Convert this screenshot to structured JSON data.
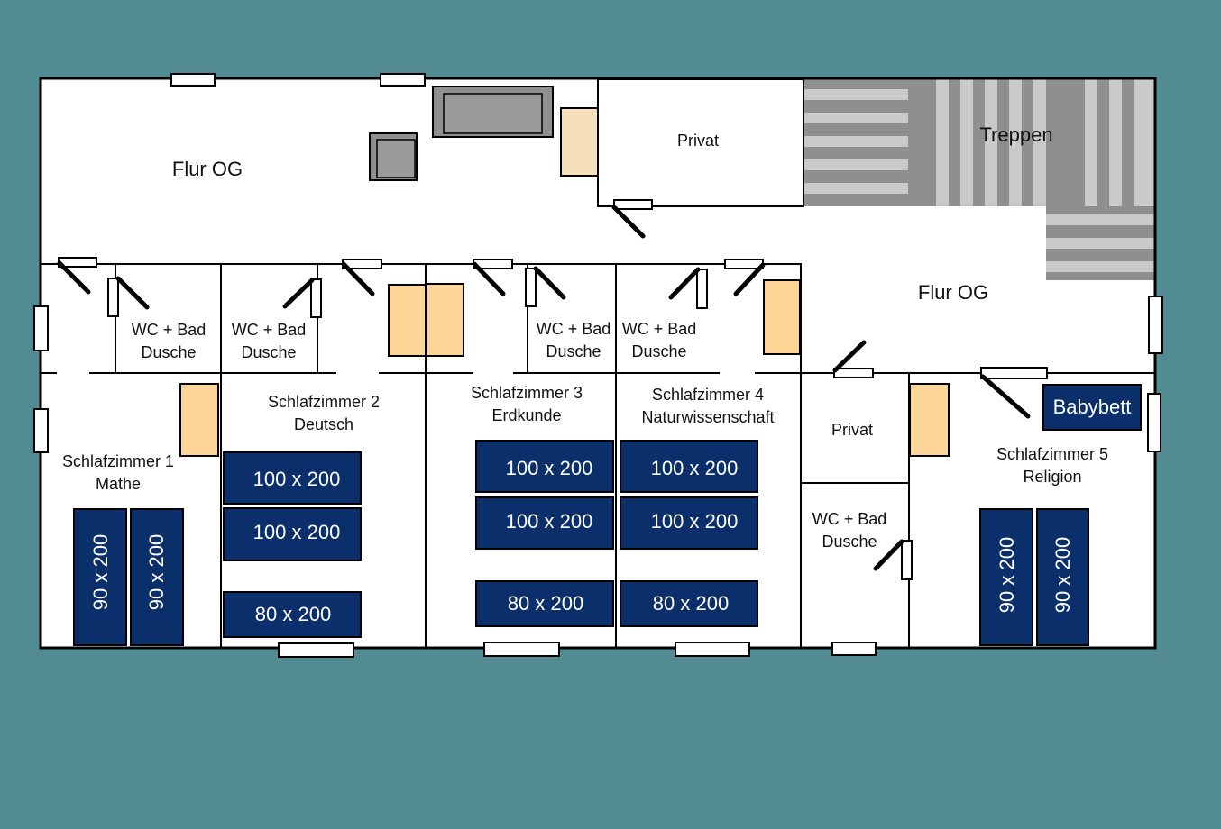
{
  "colors": {
    "background": "#538b93",
    "floor": "#ffffff",
    "wall": "#000000",
    "bed": "#0b2f6b",
    "wardrobe": "#fdd596",
    "wardrobe_light": "#f6e0bb",
    "furniture": "#8f8f8f"
  },
  "rooms": {
    "flur_og_top": "Flur OG",
    "flur_og_right": "Flur OG",
    "privat_top": "Privat",
    "privat_bottom": "Privat",
    "treppen": "Treppen",
    "bath_1": [
      "WC + Bad",
      "Dusche"
    ],
    "bath_2": [
      "WC + Bad",
      "Dusche"
    ],
    "bath_3": [
      "WC + Bad",
      "Dusche"
    ],
    "bath_4": [
      "WC + Bad",
      "Dusche"
    ],
    "bath_5": [
      "WC + Bad",
      "Dusche"
    ],
    "bedroom_1": [
      "Schlafzimmer 1",
      "Mathe"
    ],
    "bedroom_2": [
      "Schlafzimmer 2",
      "Deutsch"
    ],
    "bedroom_3": [
      "Schlafzimmer 3",
      "Erdkunde"
    ],
    "bedroom_4": [
      "Schlafzimmer 4",
      "Naturwissenschaft"
    ],
    "bedroom_5": [
      "Schlafzimmer 5",
      "Religion"
    ]
  },
  "beds": {
    "bedroom_1": [
      "90 x 200",
      "90 x 200"
    ],
    "bedroom_2": [
      "100 x 200",
      "100 x 200",
      "80 x 200"
    ],
    "bedroom_3": [
      "100 x 200",
      "100 x 200",
      "80 x 200"
    ],
    "bedroom_4": [
      "100 x 200",
      "100 x 200",
      "80 x 200"
    ],
    "bedroom_5": [
      "90 x 200",
      "90 x 200"
    ],
    "babybett": "Babybett"
  }
}
